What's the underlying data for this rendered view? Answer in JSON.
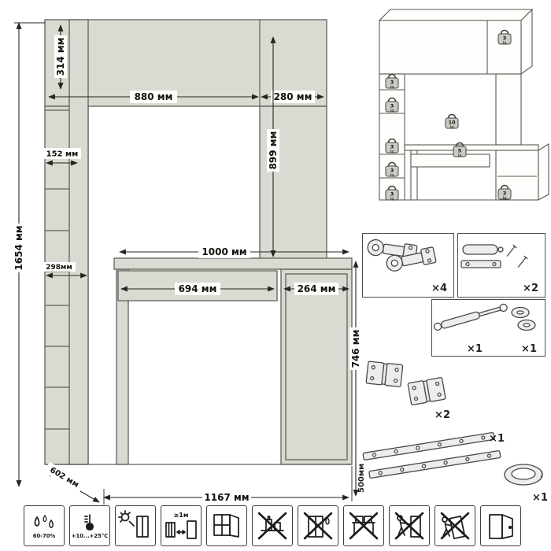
{
  "dims": {
    "total_height": "1654 мм",
    "top_height": "314 мм",
    "top_width": "880 мм",
    "top_right_width": "280 мм",
    "inner_height": "899 мм",
    "shelf_width": "152 мм",
    "shelf_depth": "298мм",
    "desktop_width": "1000 мм",
    "drawer_width": "694 мм",
    "pedestal_width": "264 мм",
    "desk_height": "746 мм",
    "depth": "602 мм",
    "total_width": "1167 мм"
  },
  "load": {
    "weights": [
      {
        "value": "3",
        "unit": "kg"
      },
      {
        "value": "3",
        "unit": "kg"
      },
      {
        "value": "3",
        "unit": "kg"
      },
      {
        "value": "3",
        "unit": "kg"
      },
      {
        "value": "3",
        "unit": "kg"
      },
      {
        "value": "10",
        "unit": "kg"
      },
      {
        "value": "5",
        "unit": "kg"
      },
      {
        "value": "3",
        "unit": "kg"
      },
      {
        "value": "3",
        "unit": "kg"
      }
    ]
  },
  "hardware": {
    "items": [
      {
        "name": "concealed hinge",
        "qty": "×4"
      },
      {
        "name": "door damper",
        "qty": "×2"
      },
      {
        "name": "gas lift",
        "qty": "×1"
      },
      {
        "name": "end caps",
        "qty": "×1"
      },
      {
        "name": "flap hinge",
        "qty": "×2"
      },
      {
        "name": "drawer slides",
        "qty": "×1",
        "length": "500мм"
      },
      {
        "name": "dish insert",
        "qty": "×1"
      }
    ]
  },
  "care": [
    {
      "id": "humidity",
      "label": "60-70%"
    },
    {
      "id": "temperature",
      "label": "+10...+25°C"
    },
    {
      "id": "no-direct-sunlight",
      "label": ""
    },
    {
      "id": "heat-distance",
      "label": "≥1м"
    },
    {
      "id": "ventilation",
      "label": ""
    },
    {
      "id": "no-solvents",
      "label": ""
    },
    {
      "id": "no-wet-cleaning",
      "label": ""
    },
    {
      "id": "no-overload",
      "label": ""
    },
    {
      "id": "no-dragging",
      "label": ""
    },
    {
      "id": "no-tilting",
      "label": ""
    },
    {
      "id": "door-care",
      "label": ""
    }
  ]
}
